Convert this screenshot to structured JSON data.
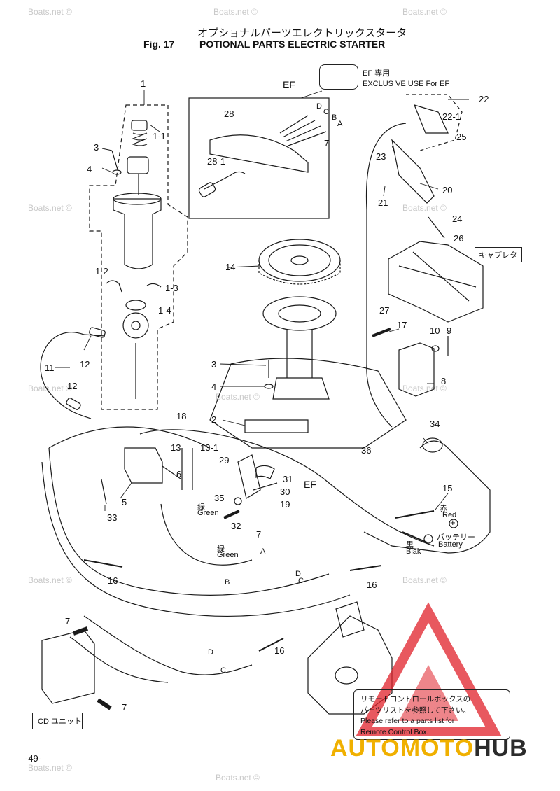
{
  "header": {
    "title_jp": "オプショナルパーツエレクトリックスタータ",
    "fig": "Fig. 17",
    "title": "POTIONAL PARTS ELECTRIC STARTER"
  },
  "watermark": "Boats.net ©",
  "ef_legend": {
    "box_label": "EF",
    "jp": "EF 専用",
    "en": "EXCLUS VE USE For EF"
  },
  "part_labels": [
    "1",
    "1-1",
    "1-2",
    "1-3",
    "1-4",
    "2",
    "3",
    "4",
    "5",
    "6",
    "7",
    "8",
    "9",
    "10",
    "11",
    "12",
    "13",
    "13-1",
    "14",
    "15",
    "16",
    "17",
    "18",
    "19",
    "20",
    "21",
    "22",
    "22-1",
    "23",
    "24",
    "25",
    "26",
    "27",
    "28",
    "28-1",
    "29",
    "30",
    "31",
    "32",
    "33",
    "34",
    "35",
    "36"
  ],
  "connector_labels": [
    "A",
    "B",
    "C",
    "D"
  ],
  "ef_marks": [
    "EF",
    "EF"
  ],
  "wire_colors": {
    "green_jp": "緑",
    "green": "Green",
    "red_jp": "赤",
    "red": "Red",
    "black_jp": "黒",
    "black": "Blak",
    "battery_jp": "バッテリー",
    "battery": "Battery",
    "plus": "+",
    "minus": "−"
  },
  "carburetor_label": "キャブレタ",
  "cd_unit_label": "CD ユニット",
  "remote_note": {
    "jp_line1": "リモートコントロールボックスの",
    "jp_line2": "パーツリストを参照して下さい。",
    "en_line1": "Please refer to a parts list for",
    "en_line2": "Remote Control Box."
  },
  "page_number": "-49-",
  "logo": {
    "part1": "AUTOMOTO",
    "part2": "HUB"
  },
  "colors": {
    "line": "#1a1a1a",
    "watermark": "#c9c9c9",
    "logo_red": "#e0202a",
    "logo_yellow": "#f0b000",
    "logo_dark": "#2b2b2b"
  }
}
